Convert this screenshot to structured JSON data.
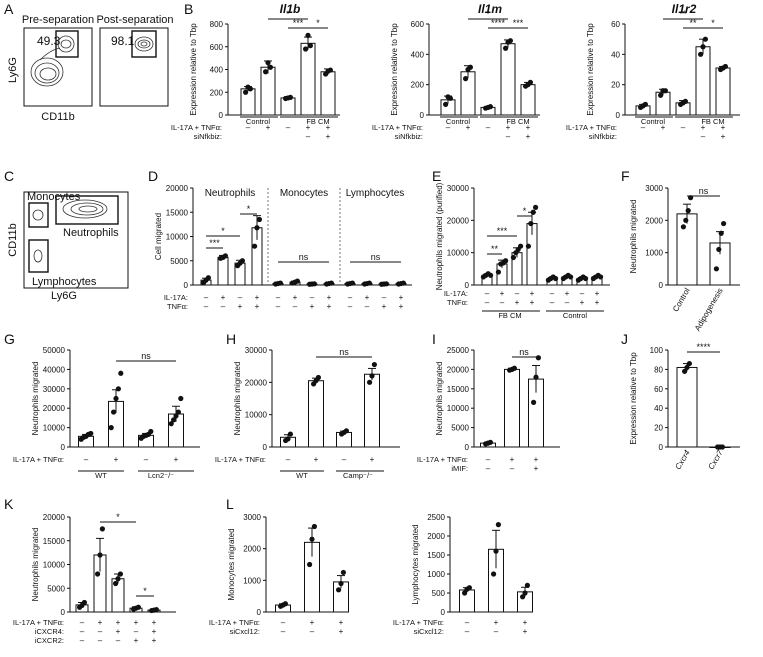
{
  "panels": {
    "A": "A",
    "B": "B",
    "C": "C",
    "D": "D",
    "E": "E",
    "F": "F",
    "G": "G",
    "H": "H",
    "I": "I",
    "J": "J",
    "K": "K",
    "L": "L"
  },
  "flow_A": {
    "pre_title": "Pre-separation",
    "post_title": "Post-separation",
    "pre_value": "49.3",
    "post_value": "98.1",
    "xlabel": "CD11b",
    "ylabel": "Ly6G"
  },
  "flow_C": {
    "monocytes": "Monocytes",
    "neutrophils": "Neutrophils",
    "lymphocytes": "Lymphocytes",
    "xlabel": "Ly6G",
    "ylabel": "CD11b"
  },
  "chart_data": [
    {
      "id": "B1",
      "type": "bar",
      "title": "Il1b",
      "ylabel": "Expression relative to Tbp",
      "ylim": [
        0,
        800
      ],
      "yticks": [
        "0",
        "200",
        "400",
        "600",
        "800"
      ],
      "values": [
        230,
        420,
        150,
        630,
        380
      ],
      "errors": [
        20,
        55,
        10,
        55,
        25
      ],
      "points": [
        [
          200,
          245,
          230
        ],
        [
          380,
          460,
          420
        ],
        [
          145,
          150,
          155
        ],
        [
          580,
          700,
          610
        ],
        [
          360,
          385,
          395
        ]
      ],
      "group_labels": [
        "Control",
        "FB CM"
      ],
      "row_labels": [
        "IL-17A + TNFα:",
        "siNfkbiz:"
      ],
      "rows": [
        [
          "–",
          "+",
          "–",
          "+",
          "+"
        ],
        [
          "",
          "",
          "",
          "–",
          "+"
        ]
      ],
      "sig": [
        "*",
        "***",
        "*"
      ]
    },
    {
      "id": "B2",
      "type": "bar",
      "title": "Il1m",
      "ylabel": "Expression relative to Tbp",
      "ylim": [
        0,
        600
      ],
      "yticks": [
        "0",
        "200",
        "400",
        "600"
      ],
      "values": [
        100,
        285,
        50,
        470,
        200
      ],
      "errors": [
        25,
        40,
        5,
        25,
        15
      ],
      "points": [
        [
          70,
          120,
          110
        ],
        [
          240,
          300,
          315
        ],
        [
          45,
          50,
          55
        ],
        [
          440,
          480,
          490
        ],
        [
          190,
          200,
          215
        ]
      ],
      "group_labels": [
        "Control",
        "FB CM"
      ],
      "row_labels": [
        "IL-17A + TNFα:",
        "siNfkbiz:"
      ],
      "rows": [
        [
          "–",
          "+",
          "–",
          "+",
          "+"
        ],
        [
          "",
          "",
          "",
          "–",
          "+"
        ]
      ],
      "sig": [
        "*",
        "****",
        "***"
      ]
    },
    {
      "id": "B3",
      "type": "bar",
      "title": "Il1r2",
      "ylabel": "Expression relative to Tbp",
      "ylim": [
        0,
        60
      ],
      "yticks": [
        "0",
        "20",
        "40",
        "60"
      ],
      "values": [
        6,
        15,
        8,
        45,
        31
      ],
      "errors": [
        1,
        2,
        1.5,
        5,
        1
      ],
      "points": [
        [
          5,
          6,
          7
        ],
        [
          13,
          16,
          16
        ],
        [
          7,
          8,
          9
        ],
        [
          40,
          45,
          50
        ],
        [
          30,
          31,
          32
        ]
      ],
      "group_labels": [
        "Control",
        "FB CM"
      ],
      "row_labels": [
        "IL-17A + TNFα:",
        "siNfkbiz:"
      ],
      "rows": [
        [
          "–",
          "+",
          "–",
          "+",
          "+"
        ],
        [
          "",
          "",
          "",
          "–",
          "+"
        ]
      ],
      "sig": [
        "**",
        "**",
        "*"
      ]
    },
    {
      "id": "D",
      "type": "bar",
      "ylabel": "Cell migrated",
      "ylim": [
        0,
        20000
      ],
      "yticks": [
        "0",
        "5000",
        "10000",
        "15000",
        "20000"
      ],
      "group_labels": [
        "Neutrophils",
        "Monocytes",
        "Lymphocytes"
      ],
      "values": [
        1000,
        5700,
        4500,
        11800,
        300,
        600,
        200,
        300,
        300,
        300,
        200,
        300
      ],
      "errors": [
        400,
        400,
        600,
        2500,
        100,
        200,
        50,
        100,
        100,
        100,
        50,
        100
      ],
      "points": [
        [
          500,
          1000,
          1500
        ],
        [
          5500,
          5700,
          6000
        ],
        [
          4000,
          4500,
          5000
        ],
        [
          8000,
          11800,
          13500
        ],
        [
          200,
          300,
          400
        ],
        [
          400,
          600,
          800
        ],
        [
          150,
          200,
          250
        ],
        [
          200,
          300,
          400
        ],
        [
          200,
          300,
          400
        ],
        [
          200,
          300,
          400
        ],
        [
          150,
          200,
          250
        ],
        [
          200,
          300,
          400
        ]
      ],
      "row_labels": [
        "IL-17A:",
        "TNFα:"
      ],
      "rows": [
        [
          "–",
          "+",
          "–",
          "+",
          "–",
          "+",
          "–",
          "+",
          "–",
          "+",
          "–",
          "+"
        ],
        [
          "–",
          "–",
          "+",
          "+",
          "–",
          "–",
          "+",
          "+",
          "–",
          "–",
          "+",
          "+"
        ]
      ],
      "sig": [
        "***",
        "*",
        "*",
        "ns",
        "ns"
      ]
    },
    {
      "id": "E",
      "type": "bar",
      "ylabel": "Neutrophils migrated (purified)",
      "ylim": [
        0,
        30000
      ],
      "yticks": [
        "0",
        "10000",
        "20000",
        "30000"
      ],
      "values": [
        3000,
        6500,
        10000,
        19000,
        2000,
        2500,
        2000,
        2500
      ],
      "errors": [
        300,
        1200,
        1500,
        3500,
        300,
        300,
        300,
        300
      ],
      "points": [
        [
          2500,
          3000,
          3500,
          3000
        ],
        [
          4000,
          6500,
          6800,
          7500
        ],
        [
          8500,
          10000,
          11000,
          12000
        ],
        [
          12000,
          19000,
          22500,
          24000
        ],
        [
          1500,
          2000,
          2500,
          2000
        ],
        [
          2000,
          2500,
          3000,
          2500
        ],
        [
          1500,
          2000,
          2500,
          2000
        ],
        [
          2000,
          2500,
          3000,
          2500
        ]
      ],
      "group_labels": [
        "FB CM",
        "Control"
      ],
      "row_labels": [
        "IL-17A:",
        "TNFα:"
      ],
      "rows": [
        [
          "–",
          "+",
          "–",
          "+",
          "–",
          "+",
          "–",
          "+"
        ],
        [
          "–",
          "–",
          "+",
          "+",
          "–",
          "–",
          "+",
          "+"
        ]
      ],
      "sig": [
        "**",
        "***",
        "*"
      ]
    },
    {
      "id": "F",
      "type": "bar",
      "ylabel": "Neutrophils migrated",
      "ylim": [
        0,
        3000
      ],
      "yticks": [
        "0",
        "1000",
        "2000",
        "3000"
      ],
      "categories": [
        "Control",
        "Adipogenesis"
      ],
      "values": [
        2200,
        1300
      ],
      "errors": [
        300,
        350
      ],
      "points": [
        [
          1800,
          2000,
          2300,
          2700
        ],
        [
          500,
          1100,
          1600,
          1900
        ]
      ],
      "sig": [
        "ns"
      ]
    },
    {
      "id": "G",
      "type": "bar",
      "ylabel": "Neutrophils migrated",
      "ylim": [
        0,
        50000
      ],
      "yticks": [
        "0",
        "10000",
        "20000",
        "30000",
        "40000",
        "50000"
      ],
      "values": [
        5500,
        23500,
        6000,
        17000
      ],
      "errors": [
        1000,
        6000,
        1000,
        4000
      ],
      "points": [
        [
          4000,
          5000,
          5500,
          6500,
          7000
        ],
        [
          10000,
          18000,
          25000,
          30000,
          38000
        ],
        [
          4500,
          5500,
          6000,
          6500,
          8000
        ],
        [
          12000,
          14000,
          16000,
          18000,
          25000
        ]
      ],
      "group_labels": [
        "WT",
        "Lcn2⁻/⁻"
      ],
      "row_labels": [
        "IL-17A + TNFα:"
      ],
      "rows": [
        [
          "–",
          "+",
          "–",
          "+"
        ]
      ],
      "sig": [
        "ns"
      ]
    },
    {
      "id": "H",
      "type": "bar",
      "ylabel": "Neutrophils migrated",
      "ylim": [
        0,
        30000
      ],
      "yticks": [
        "0",
        "10000",
        "20000",
        "30000"
      ],
      "values": [
        3000,
        20500,
        4500,
        22500
      ],
      "errors": [
        800,
        800,
        400,
        1800
      ],
      "points": [
        [
          2000,
          2500,
          4000
        ],
        [
          19500,
          20500,
          21500
        ],
        [
          4000,
          4500,
          5000
        ],
        [
          20000,
          22000,
          25500
        ]
      ],
      "group_labels": [
        "WT",
        "Camp⁻/⁻"
      ],
      "row_labels": [
        "IL-17A + TNFα:"
      ],
      "rows": [
        [
          "–",
          "+",
          "–",
          "+"
        ]
      ],
      "sig": [
        "ns"
      ]
    },
    {
      "id": "I",
      "type": "bar",
      "ylabel": "Neutrophils migrated",
      "ylim": [
        0,
        25000
      ],
      "yticks": [
        "0",
        "5000",
        "10000",
        "15000",
        "20000",
        "25000"
      ],
      "values": [
        1000,
        20000,
        17500
      ],
      "errors": [
        200,
        300,
        3500
      ],
      "points": [
        [
          800,
          1000,
          1200
        ],
        [
          19800,
          20000,
          20300
        ],
        [
          11500,
          18000,
          23000
        ]
      ],
      "row_labels": [
        "IL-17A + TNFα:",
        "iMIF:"
      ],
      "rows": [
        [
          "–",
          "+",
          "+"
        ],
        [
          "–",
          "–",
          "+"
        ]
      ],
      "sig": [
        "ns"
      ]
    },
    {
      "id": "J",
      "type": "bar",
      "ylabel": "Expression relative to Tbp",
      "ylim": [
        0,
        100
      ],
      "yticks": [
        "0",
        "20",
        "40",
        "60",
        "80",
        "100"
      ],
      "categories": [
        "Cxcr4",
        "Cxcr7"
      ],
      "values": [
        82,
        0
      ],
      "errors": [
        4,
        0
      ],
      "points": [
        [
          78,
          82,
          86
        ],
        [
          0,
          0,
          0
        ]
      ],
      "sig": [
        "****"
      ]
    },
    {
      "id": "K",
      "type": "bar",
      "ylabel": "Neutrophils migrated",
      "ylim": [
        0,
        20000
      ],
      "yticks": [
        "0",
        "5000",
        "10000",
        "15000",
        "20000"
      ],
      "values": [
        1500,
        12000,
        7000,
        800,
        400
      ],
      "errors": [
        500,
        3500,
        1000,
        300,
        100
      ],
      "points": [
        [
          1000,
          1400,
          2000
        ],
        [
          8000,
          12000,
          17500
        ],
        [
          6000,
          7000,
          8000
        ],
        [
          600,
          800,
          1000
        ],
        [
          300,
          400,
          500
        ]
      ],
      "row_labels": [
        "IL-17A + TNFα:",
        "iCXCR4:",
        "iCXCR2:"
      ],
      "rows": [
        [
          "–",
          "+",
          "+",
          "+",
          "+"
        ],
        [
          "–",
          "–",
          "+",
          "–",
          "+"
        ],
        [
          "–",
          "–",
          "–",
          "+",
          "+"
        ]
      ],
      "sig": [
        "*",
        "*"
      ]
    },
    {
      "id": "L1",
      "type": "bar",
      "ylabel": "Monocytes migrated",
      "ylim": [
        0,
        3000
      ],
      "yticks": [
        "0",
        "1000",
        "2000",
        "3000"
      ],
      "values": [
        220,
        2200,
        950
      ],
      "errors": [
        40,
        450,
        200
      ],
      "points": [
        [
          180,
          220,
          260
        ],
        [
          1500,
          2300,
          2700
        ],
        [
          700,
          900,
          1250
        ]
      ],
      "row_labels": [
        "IL-17A + TNFα:",
        "siCxcl12:"
      ],
      "rows": [
        [
          "–",
          "+",
          "+"
        ],
        [
          "–",
          "–",
          "+"
        ]
      ]
    },
    {
      "id": "L2",
      "type": "bar",
      "ylabel": "Lymphocytes migrated",
      "ylim": [
        0,
        2500
      ],
      "yticks": [
        "0",
        "500",
        "1000",
        "1500",
        "2000",
        "2500"
      ],
      "values": [
        580,
        1650,
        530
      ],
      "errors": [
        60,
        500,
        120
      ],
      "points": [
        [
          500,
          600,
          640
        ],
        [
          1000,
          1600,
          2300
        ],
        [
          400,
          500,
          700
        ]
      ],
      "row_labels": [
        "IL-17A + TNFα:",
        "siCxcl12:"
      ],
      "rows": [
        [
          "–",
          "+",
          "+"
        ],
        [
          "–",
          "–",
          "+"
        ]
      ]
    }
  ]
}
